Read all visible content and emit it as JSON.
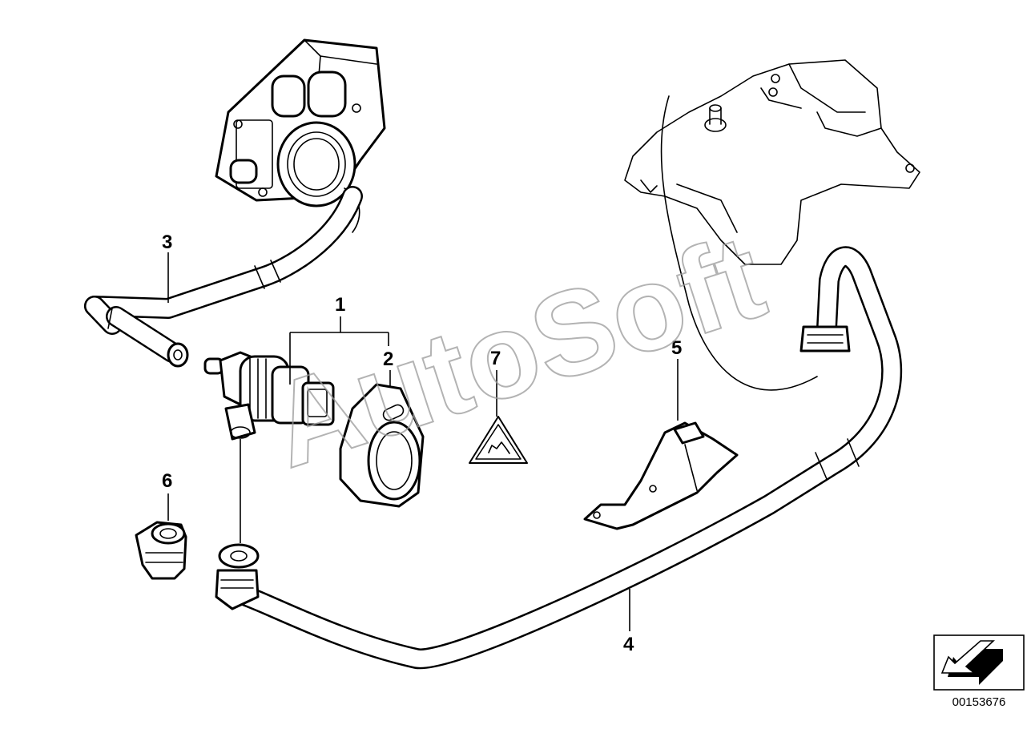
{
  "callouts": {
    "c1": "1",
    "c2": "2",
    "c3": "3",
    "c4": "4",
    "c5": "5",
    "c6": "6",
    "c7": "7"
  },
  "watermark": "AutoSoft",
  "diagram_id": "00153676",
  "icons": {
    "orientation": "arrow-left-down-icon",
    "warning": "warning-triangle-icon"
  }
}
